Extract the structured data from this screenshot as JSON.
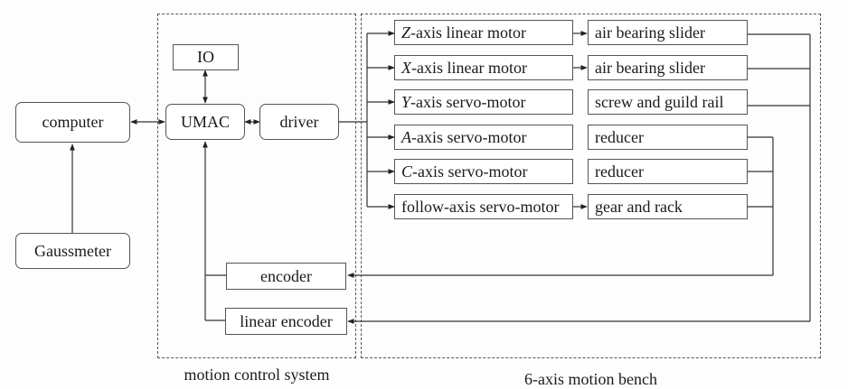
{
  "groups": {
    "motion_control": {
      "caption": "motion control system"
    },
    "motion_bench": {
      "caption": "6-axis motion bench"
    }
  },
  "nodes": {
    "computer": "computer",
    "gaussmeter": "Gaussmeter",
    "io": "IO",
    "umac": "UMAC",
    "driver": "driver",
    "encoder": "encoder",
    "linear_encoder": "linear encoder"
  },
  "motors": [
    {
      "axis": "Z",
      "label": "-axis linear motor"
    },
    {
      "axis": "X",
      "label": "-axis linear motor"
    },
    {
      "axis": "Y",
      "label": "-axis servo-motor"
    },
    {
      "axis": "A",
      "label": "-axis servo-motor"
    },
    {
      "axis": "C",
      "label": "-axis servo-motor"
    },
    {
      "axis": "",
      "label": "follow-axis servo-motor"
    }
  ],
  "mechanisms": [
    "air bearing slider",
    "air bearing slider",
    "screw and guild rail",
    "reducer",
    "reducer",
    "gear and rack"
  ]
}
